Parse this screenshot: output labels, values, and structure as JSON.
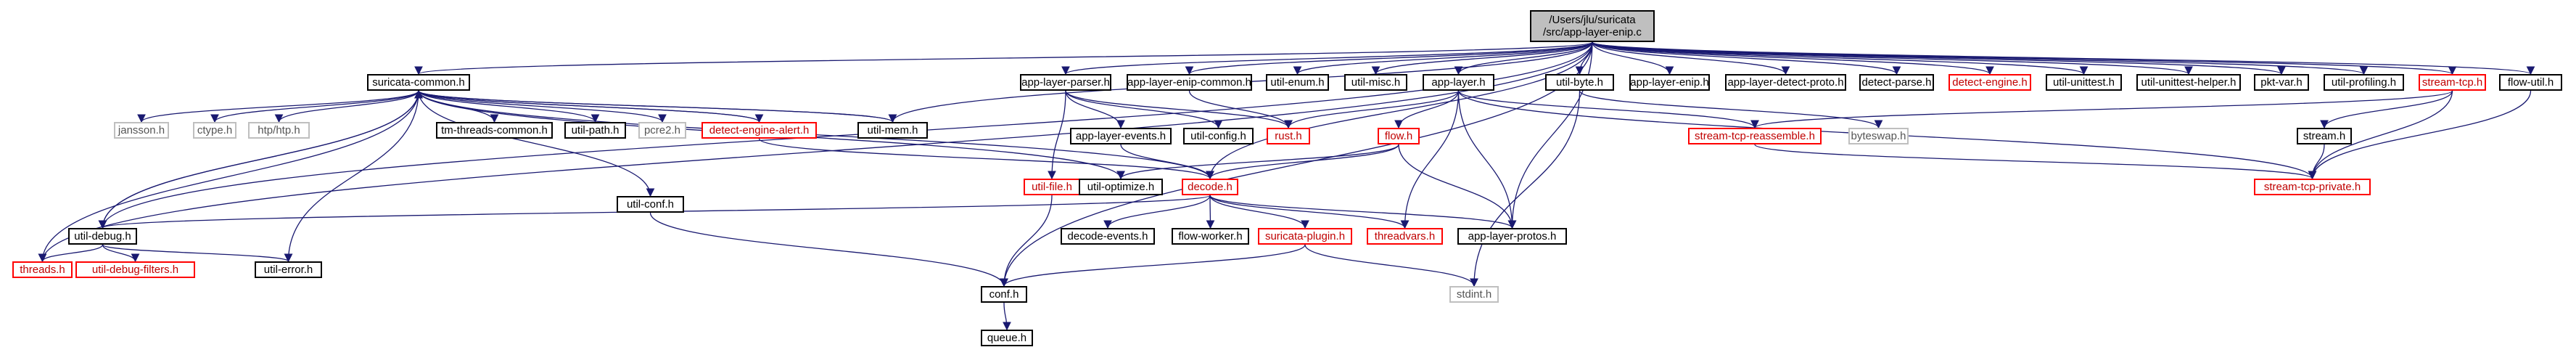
{
  "root": {
    "line1": "/Users/jlu/suricata",
    "line2": "/src/app-layer-enip.c"
  },
  "nodes": {
    "suricata_common": "suricata-common.h",
    "app_layer_parser": "app-layer-parser.h",
    "app_layer_enip_common": "app-layer-enip-common.h",
    "util_enum": "util-enum.h",
    "util_misc": "util-misc.h",
    "app_layer": "app-layer.h",
    "util_byte": "util-byte.h",
    "app_layer_enip": "app-layer-enip.h",
    "app_layer_detect_proto": "app-layer-detect-proto.h",
    "detect_parse": "detect-parse.h",
    "detect_engine": "detect-engine.h",
    "util_unittest": "util-unittest.h",
    "util_unittest_helper": "util-unittest-helper.h",
    "pkt_var": "pkt-var.h",
    "util_profiling": "util-profiling.h",
    "stream_tcp": "stream-tcp.h",
    "flow_util": "flow-util.h",
    "jansson": "jansson.h",
    "ctype": "ctype.h",
    "htp": "htp/htp.h",
    "tm_threads_common": "tm-threads-common.h",
    "util_path": "util-path.h",
    "pcre2": "pcre2.h",
    "detect_engine_alert": "detect-engine-alert.h",
    "util_mem": "util-mem.h",
    "app_layer_events": "app-layer-events.h",
    "util_config": "util-config.h",
    "rust": "rust.h",
    "flow": "flow.h",
    "stream_tcp_reassemble": "stream-tcp-reassemble.h",
    "byteswap": "byteswap.h",
    "stream": "stream.h",
    "util_file": "util-file.h",
    "util_optimize": "util-optimize.h",
    "decode": "decode.h",
    "stream_tcp_private": "stream-tcp-private.h",
    "util_conf": "util-conf.h",
    "util_debug": "util-debug.h",
    "decode_events": "decode-events.h",
    "flow_worker": "flow-worker.h",
    "suricata_plugin": "suricata-plugin.h",
    "threadvars": "threadvars.h",
    "app_layer_protos": "app-layer-protos.h",
    "threads": "threads.h",
    "util_debug_filters": "util-debug-filters.h",
    "util_error": "util-error.h",
    "conf": "conf.h",
    "stdint": "stdint.h",
    "queue": "queue.h"
  },
  "colors": {
    "edge": "#191970",
    "normal_border": "#000000",
    "missing_border": "#ff0000",
    "system_border": "#bfbfbf",
    "root_fill": "#bfbfbf"
  }
}
